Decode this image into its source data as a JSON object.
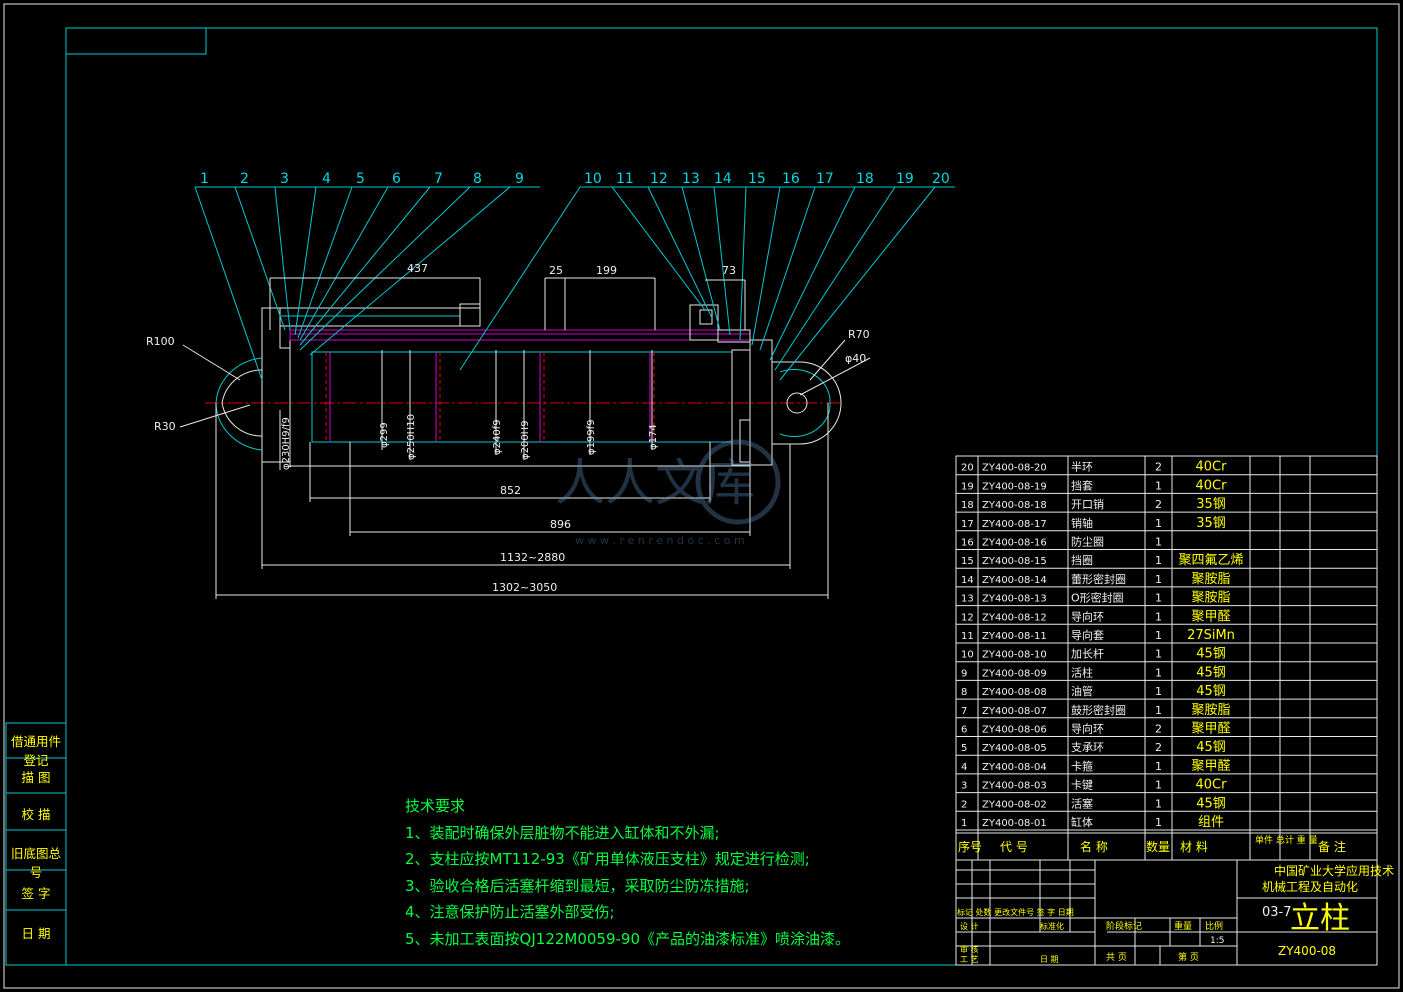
{
  "balloons": [
    "1",
    "2",
    "3",
    "4",
    "5",
    "6",
    "7",
    "8",
    "9",
    "10",
    "11",
    "12",
    "13",
    "14",
    "15",
    "16",
    "17",
    "18",
    "19",
    "20"
  ],
  "dimensions": {
    "d437": "437",
    "d25": "25",
    "d199": "199",
    "d73": "73",
    "d852": "852",
    "d896": "896",
    "d1132": "1132~2880",
    "d1302": "1302~3050",
    "r100": "R100",
    "r30": "R30",
    "r70": "R70",
    "phi40": "φ40",
    "dia230": "φ230H9/f9",
    "dia299": "φ299",
    "dia250": "φ250H10",
    "dia240": "φ240f9",
    "dia200": "φ200H9",
    "dia199": "φ199f9",
    "dia174": "φ174"
  },
  "watermark": {
    "main": "人人文库",
    "url": "w w w . r e n r e n d o c . c o m"
  },
  "tech": {
    "title": "技术要求",
    "items": [
      "1、装配时确保外层脏物不能进入缸体和不外漏;",
      "2、支柱应按MT112-93《矿用单体液压支柱》规定进行检测;",
      "3、验收合格后活塞杆缩到最短，采取防尘防冻措施;",
      "4、注意保护防止活塞外部受伤;",
      "5、未加工表面按QJ122M0059-90《产品的油漆标准》喷涂油漆。"
    ]
  },
  "side_labels": [
    "借通用件登记",
    "描 图",
    "校 描",
    "旧底图总号",
    "签 字",
    "日 期"
  ],
  "bom": {
    "rows": [
      {
        "no": "20",
        "code": "ZY400-08-20",
        "name": "半环",
        "qty": "2",
        "mat": "40Cr"
      },
      {
        "no": "19",
        "code": "ZY400-08-19",
        "name": "挡套",
        "qty": "1",
        "mat": "40Cr"
      },
      {
        "no": "18",
        "code": "ZY400-08-18",
        "name": "开口销",
        "qty": "2",
        "mat": "35钢"
      },
      {
        "no": "17",
        "code": "ZY400-08-17",
        "name": "销轴",
        "qty": "1",
        "mat": "35钢"
      },
      {
        "no": "16",
        "code": "ZY400-08-16",
        "name": "防尘圈",
        "qty": "1",
        "mat": ""
      },
      {
        "no": "15",
        "code": "ZY400-08-15",
        "name": "挡圈",
        "qty": "1",
        "mat": "聚四氟乙烯"
      },
      {
        "no": "14",
        "code": "ZY400-08-14",
        "name": "蕾形密封圈",
        "qty": "1",
        "mat": "聚胺脂"
      },
      {
        "no": "13",
        "code": "ZY400-08-13",
        "name": "O形密封圈",
        "qty": "1",
        "mat": "聚胺脂"
      },
      {
        "no": "12",
        "code": "ZY400-08-12",
        "name": "导向环",
        "qty": "1",
        "mat": "聚甲醛"
      },
      {
        "no": "11",
        "code": "ZY400-08-11",
        "name": "导向套",
        "qty": "1",
        "mat": "27SiMn"
      },
      {
        "no": "10",
        "code": "ZY400-08-10",
        "name": "加长杆",
        "qty": "1",
        "mat": "45钢"
      },
      {
        "no": "9",
        "code": "ZY400-08-09",
        "name": "活柱",
        "qty": "1",
        "mat": "45钢"
      },
      {
        "no": "8",
        "code": "ZY400-08-08",
        "name": "油管",
        "qty": "1",
        "mat": "45钢"
      },
      {
        "no": "7",
        "code": "ZY400-08-07",
        "name": "鼓形密封圈",
        "qty": "1",
        "mat": "聚胺脂"
      },
      {
        "no": "6",
        "code": "ZY400-08-06",
        "name": "导向环",
        "qty": "2",
        "mat": "聚甲醛"
      },
      {
        "no": "5",
        "code": "ZY400-08-05",
        "name": "支承环",
        "qty": "2",
        "mat": "45钢"
      },
      {
        "no": "4",
        "code": "ZY400-08-04",
        "name": "卡箍",
        "qty": "1",
        "mat": "聚甲醛"
      },
      {
        "no": "3",
        "code": "ZY400-08-03",
        "name": "卡键",
        "qty": "1",
        "mat": "40Cr"
      },
      {
        "no": "2",
        "code": "ZY400-08-02",
        "name": "活塞",
        "qty": "1",
        "mat": "45钢"
      },
      {
        "no": "1",
        "code": "ZY400-08-01",
        "name": "缸体",
        "qty": "1",
        "mat": "组件"
      }
    ],
    "header": {
      "no": "序号",
      "code": "代 号",
      "name": "名 称",
      "qty": "数量",
      "mat": "材 料",
      "weight": "单件 总计 重 量",
      "remark": "备 注"
    }
  },
  "title_block": {
    "school1": "中国矿业大学应用技术",
    "school2": "机械工程及自动化",
    "class_no": "03-7",
    "drawing_name": "立柱",
    "drawing_no": "ZY400-08",
    "row_mark": "标记 处数 更改文件号 签 字 日期",
    "row_design": "设 计",
    "row_std": "标准化",
    "row_check": "审 核",
    "row_process": "工 艺",
    "row_date": "日 期",
    "stage": "阶段标记",
    "weight": "重量",
    "scale_label": "比例",
    "scale": "1:5",
    "sheets_total": "共 页",
    "sheet_no": "第 页"
  }
}
